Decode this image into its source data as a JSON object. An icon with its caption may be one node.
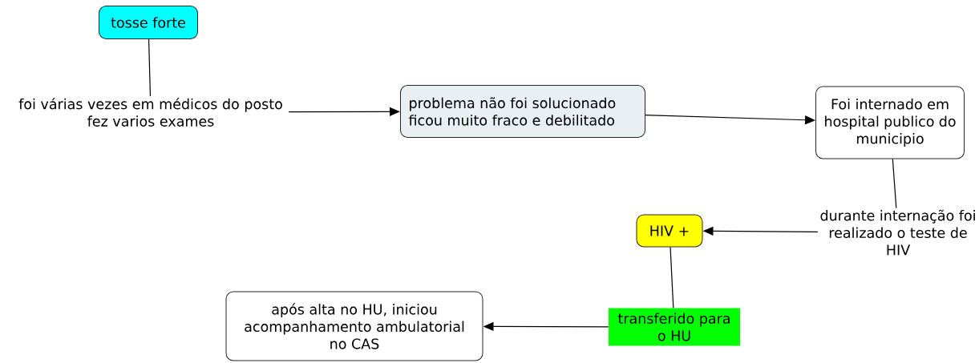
{
  "diagram": {
    "nodes": [
      {
        "text": [
          "tosse forte"
        ]
      },
      {
        "text": [
          "foi várias vezes em médicos do posto fez varios exames"
        ]
      },
      {
        "text": [
          "problema não foi solucionado ficou muito fraco e debilitado"
        ]
      },
      {
        "text": [
          "Foi internado em hospital publico do municipio"
        ]
      },
      {
        "text": [
          "durante internação foi realizado o teste de HIV"
        ]
      },
      {
        "text": [
          "HIV +"
        ]
      },
      {
        "text": [
          "transferido para o HU"
        ]
      },
      {
        "text": [
          "após alta no HU, iniciou acompanhamento ambulatorial no CAS"
        ]
      }
    ],
    "edges": [
      {
        "from": 0,
        "to": 1,
        "arrow": "none"
      },
      {
        "from": 1,
        "to": 2,
        "arrow": "to"
      },
      {
        "from": 2,
        "to": 3,
        "arrow": "to"
      },
      {
        "from": 3,
        "to": 4,
        "arrow": "none"
      },
      {
        "from": 4,
        "to": 5,
        "arrow": "to"
      },
      {
        "from": 5,
        "to": 6,
        "arrow": "none"
      },
      {
        "from": 6,
        "to": 7,
        "arrow": "to"
      }
    ]
  }
}
